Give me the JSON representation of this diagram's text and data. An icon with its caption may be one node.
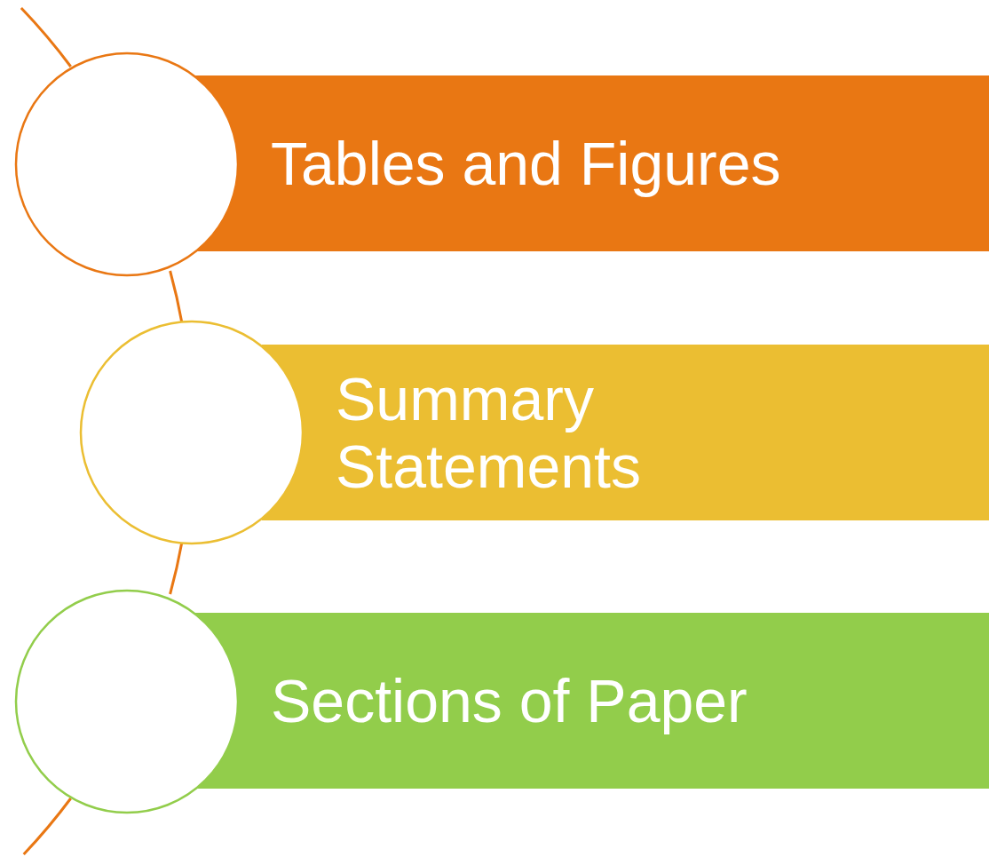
{
  "diagram": {
    "nodes": [
      {
        "text": [],
        "shape": "circle"
      },
      {
        "text": [
          "Tables and Figures"
        ]
      },
      {
        "text": [],
        "shape": "circle"
      },
      {
        "text": [
          "Summary Statements"
        ]
      },
      {
        "text": [],
        "shape": "circle"
      },
      {
        "text": [
          "Sections of Paper"
        ]
      }
    ],
    "edges": [
      {
        "from": null,
        "to": 0,
        "arrow": "none"
      },
      {
        "from": 0,
        "to": 2,
        "arrow": "none"
      },
      {
        "from": 2,
        "to": 4,
        "arrow": "none"
      },
      {
        "from": 4,
        "to": null,
        "arrow": "none"
      }
    ]
  }
}
